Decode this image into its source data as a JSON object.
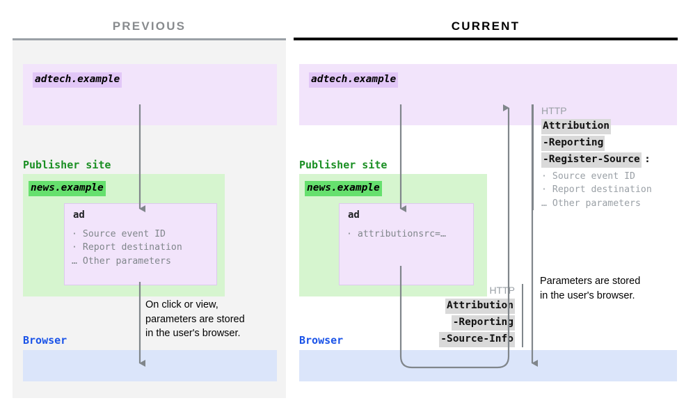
{
  "columns": {
    "previous": {
      "title": "PREVIOUS",
      "adtech_origin": "adtech.example",
      "publisher_label": "Publisher site",
      "publisher_origin": "news.example",
      "ad_title": "ad",
      "ad_params": "· Source event ID\n· Report destination\n… Other parameters",
      "browser_label": "Browser",
      "note": "On click or view,\nparameters are stored\nin the user's browser."
    },
    "current": {
      "title": "CURRENT",
      "adtech_origin": "adtech.example",
      "publisher_label": "Publisher site",
      "publisher_origin": "news.example",
      "ad_title": "ad",
      "ad_params": "· attributionsrc=…",
      "browser_label": "Browser",
      "request_header": {
        "protocol": "HTTP",
        "parts": [
          "Attribution",
          "-Reporting",
          "-Source-Info"
        ]
      },
      "response_header": {
        "protocol": "HTTP",
        "parts": [
          "Attribution",
          "-Reporting",
          "-Register-Source"
        ],
        "colon": ":",
        "params": "· Source event ID\n· Report destination\n… Other parameters"
      },
      "note": "Parameters are stored\nin the user's browser."
    }
  },
  "colors": {
    "adtech_bg": "#f2e4fb",
    "adtech_chip": "#e2c7f7",
    "publisher_bg": "#d6f5cf",
    "publisher_chip": "#66e06e",
    "browser_bg": "#dbe5fa",
    "publisher_text": "#1a8f23",
    "browser_text": "#1a53e8",
    "arrow": "#80868b",
    "header_chip_bg": "#d9d9d9",
    "panel_bg": "#f3f3f3",
    "previous_title": "#888b8e",
    "current_title": "#000000"
  }
}
